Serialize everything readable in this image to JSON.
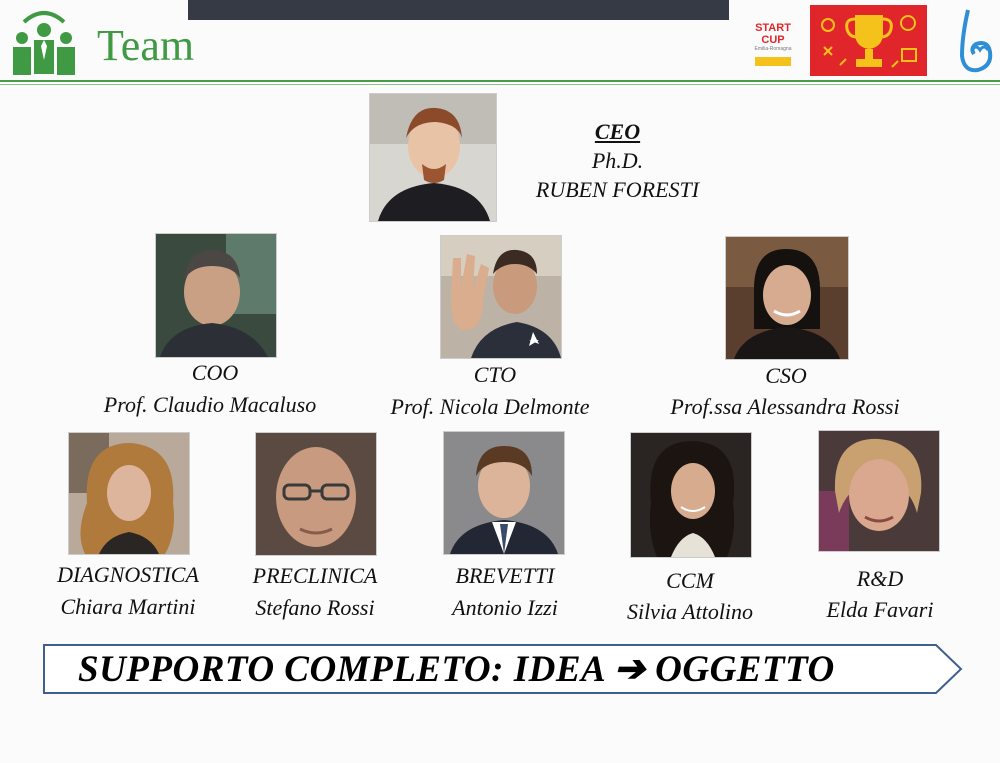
{
  "header": {
    "title": "Team",
    "logo_text": {
      "line1": "START CUP",
      "line2": "Emilia-Romagna"
    },
    "accent_color": "#3f9a43"
  },
  "ceo": {
    "role": "CEO",
    "degree": "Ph.D.",
    "name": "RUBEN FORESTI"
  },
  "row2": [
    {
      "role": "COO",
      "name": "Prof. Claudio Macaluso"
    },
    {
      "role": "CTO",
      "name": "Prof. Nicola Delmonte"
    },
    {
      "role": "CSO",
      "name": "Prof.ssa Alessandra Rossi"
    }
  ],
  "row3": [
    {
      "role": "DIAGNOSTICA",
      "name": "Chiara Martini"
    },
    {
      "role": "PRECLINICA",
      "name": "Stefano Rossi"
    },
    {
      "role": "BREVETTI",
      "name": "Antonio Izzi"
    },
    {
      "role": "CCM",
      "name": "Silvia Attolino"
    },
    {
      "role": "R&D",
      "name": "Elda Favari"
    }
  ],
  "banner": {
    "text": "SUPPORTO COMPLETO: IDEA ➔  OGGETTO"
  }
}
